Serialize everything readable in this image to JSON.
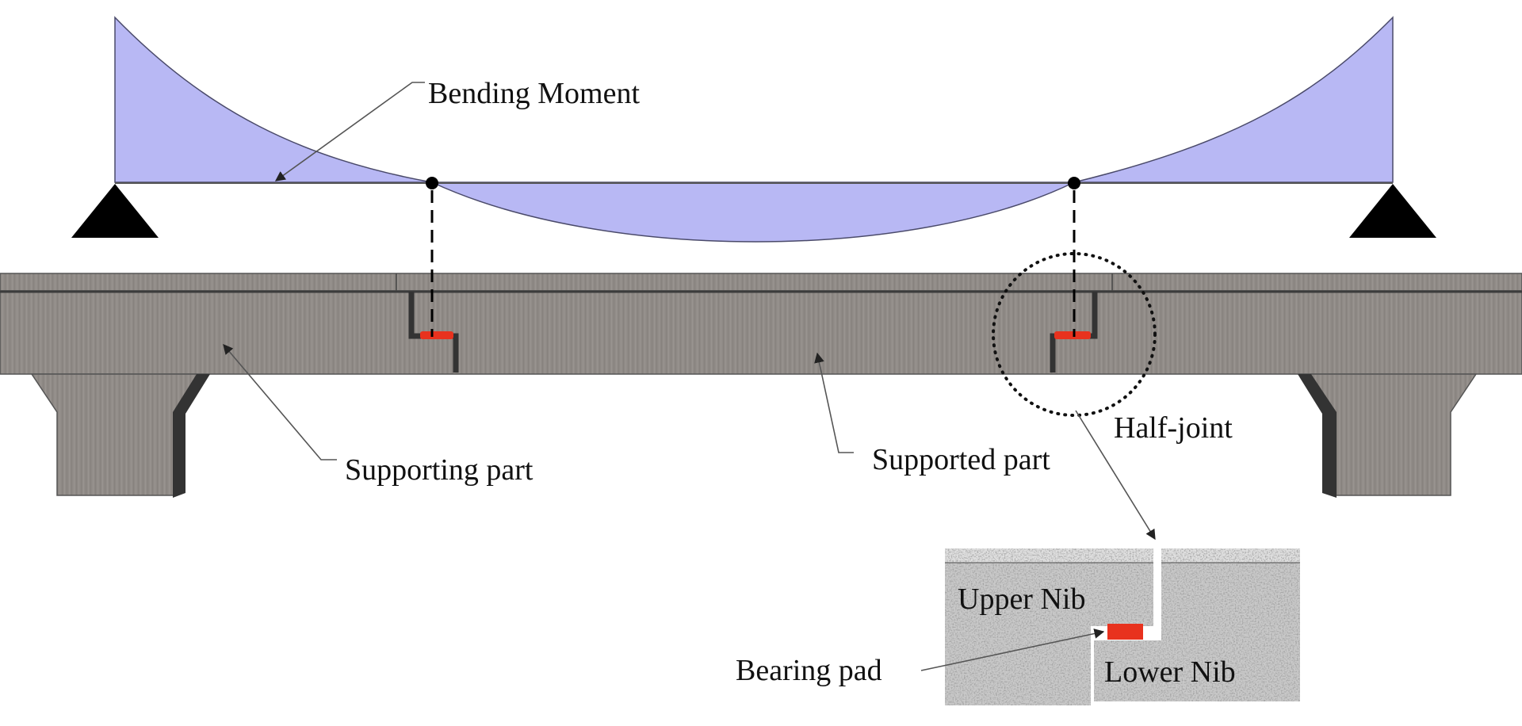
{
  "diagram": {
    "title": "Half-joint bridge beam with bending moment diagram",
    "labels": {
      "bending_moment": "Bending Moment",
      "supporting_part": "Supporting part",
      "supported_part": "Supported part",
      "half_joint": "Half-joint",
      "upper_nib": "Upper Nib",
      "lower_nib": "Lower Nib",
      "bearing_pad": "Bearing pad"
    },
    "colors": {
      "moment_fill": "#b8b8f4",
      "moment_stroke": "#4a4a6a",
      "concrete": "#8f8a86",
      "concrete_dark": "#3a3a3a",
      "bearing_pad": "#e8321e",
      "support": "#000000"
    },
    "elements": {
      "supports": [
        "left-pin-support",
        "right-pin-support"
      ],
      "inflection_points": [
        "left-half-joint-point",
        "right-half-joint-point"
      ],
      "piers": [
        "left-pier",
        "right-pier"
      ]
    }
  }
}
